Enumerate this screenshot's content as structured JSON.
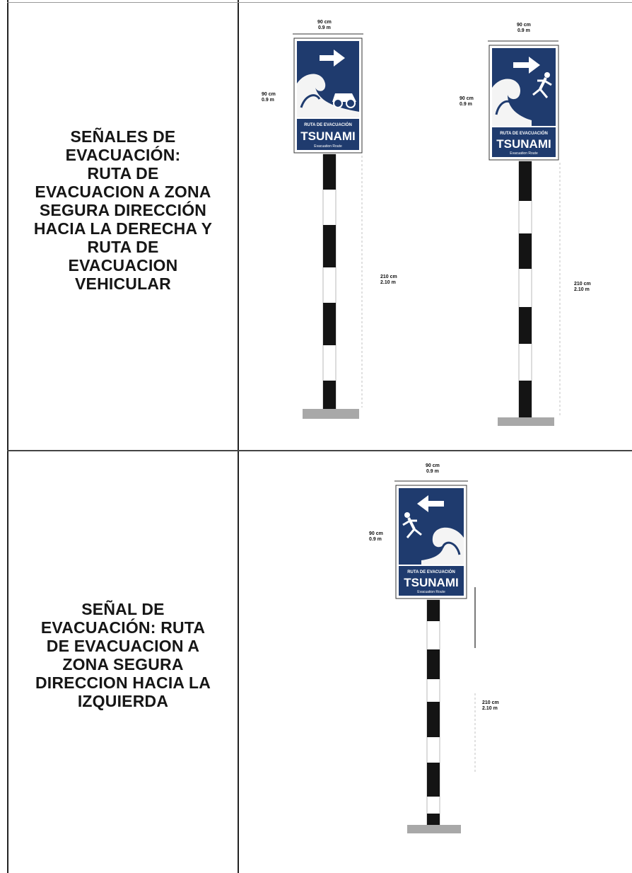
{
  "rows": [
    {
      "label_lines": [
        "SEÑALES DE",
        "EVACUACIÓN:",
        "RUTA DE",
        "EVACUACION A ZONA",
        "SEGURA DIRECCIÓN",
        "HACIA LA DERECHA Y",
        "RUTA DE",
        "EVACUACION",
        "VEHICULAR"
      ],
      "signs": [
        {
          "direction": "right",
          "figure": "car-icon",
          "header": "RUTA DE EVACUACIÓN",
          "title": "TSUNAMI",
          "subtitle": "Evacuation Route",
          "width_dim": [
            "90 cm",
            "0.9 m"
          ],
          "height_dim": [
            "90 cm",
            "0.9 m"
          ],
          "post_dim": [
            "210 cm",
            "2.10 m"
          ]
        },
        {
          "direction": "right",
          "figure": "running-person-icon",
          "header": "RUTA DE EVACUACIÓN",
          "title": "TSUNAMI",
          "subtitle": "Evacuation Route",
          "width_dim": [
            "90 cm",
            "0.9 m"
          ],
          "height_dim": [
            "90 cm",
            "0.9 m"
          ],
          "post_dim": [
            "210 cm",
            "2.10 m"
          ]
        }
      ]
    },
    {
      "label_lines": [
        "SEÑAL DE",
        "EVACUACIÓN: RUTA",
        "DE EVACUACION A",
        "ZONA SEGURA",
        "DIRECCION HACIA LA",
        "IZQUIERDA"
      ],
      "signs": [
        {
          "direction": "left",
          "figure": "running-person-icon",
          "header": "RUTA DE EVACUACIÓN",
          "title": "TSUNAMI",
          "subtitle": "Evacuation Route",
          "width_dim": [
            "90 cm",
            "0.9 m"
          ],
          "height_dim": [
            "90 cm",
            "0.9 m"
          ],
          "post_dim": [
            "210 cm",
            "2.10 m"
          ]
        }
      ]
    }
  ],
  "colors": {
    "sign_blue": "#1f3b6e",
    "wave_white": "#f4f4f4",
    "post_black": "#141414",
    "base_gray": "#a8a8a8"
  }
}
